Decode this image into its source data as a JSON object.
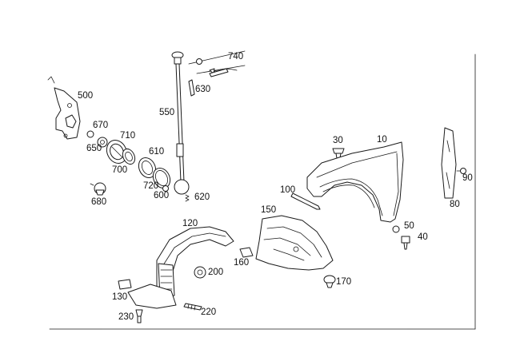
{
  "colors": {
    "background": "#ffffff",
    "line": "#1a1a1a",
    "text": "#111111"
  },
  "callouts": [
    {
      "id": "p740",
      "label": "740"
    },
    {
      "id": "p630",
      "label": "630"
    },
    {
      "id": "p500",
      "label": "500"
    },
    {
      "id": "p550",
      "label": "550"
    },
    {
      "id": "p670",
      "label": "670"
    },
    {
      "id": "p710",
      "label": "710"
    },
    {
      "id": "p650",
      "label": "650"
    },
    {
      "id": "p610",
      "label": "610"
    },
    {
      "id": "p700",
      "label": "700"
    },
    {
      "id": "p720",
      "label": "720"
    },
    {
      "id": "p600",
      "label": "600"
    },
    {
      "id": "p620",
      "label": "620"
    },
    {
      "id": "p680",
      "label": "680"
    },
    {
      "id": "p30",
      "label": "30"
    },
    {
      "id": "p10",
      "label": "10"
    },
    {
      "id": "p90",
      "label": "90"
    },
    {
      "id": "p100",
      "label": "100"
    },
    {
      "id": "p80",
      "label": "80"
    },
    {
      "id": "p150",
      "label": "150"
    },
    {
      "id": "p120",
      "label": "120"
    },
    {
      "id": "p50",
      "label": "50"
    },
    {
      "id": "p40",
      "label": "40"
    },
    {
      "id": "p160",
      "label": "160"
    },
    {
      "id": "p200",
      "label": "200"
    },
    {
      "id": "p170",
      "label": "170"
    },
    {
      "id": "p130",
      "label": "130"
    },
    {
      "id": "p220",
      "label": "220"
    },
    {
      "id": "p230",
      "label": "230"
    }
  ]
}
